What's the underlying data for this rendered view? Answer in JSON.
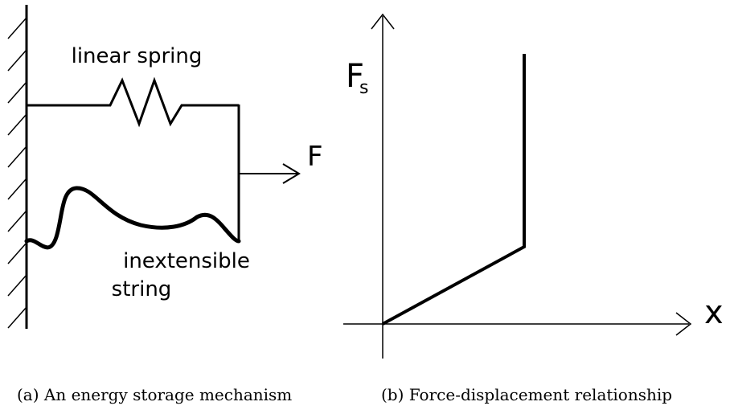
{
  "panel_a": {
    "spring_label": "linear spring",
    "force_label": "F",
    "string_label_line1": "inextensible",
    "string_label_line2": "string",
    "caption": "(a) An energy storage mechanism"
  },
  "panel_b": {
    "y_axis_label": "F",
    "y_axis_subscript": "s",
    "x_axis_label": "x",
    "caption": "(b) Force-displacement relationship"
  }
}
